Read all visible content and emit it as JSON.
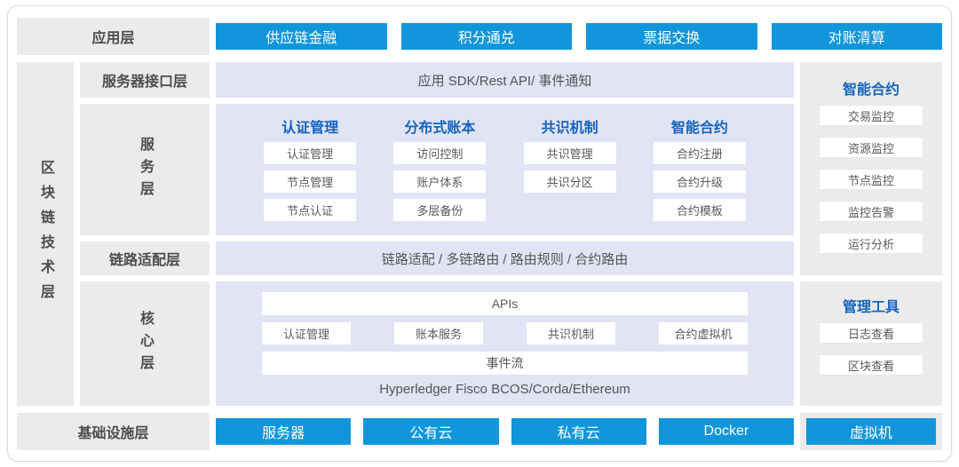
{
  "colors": {
    "accent_blue": "#1296db",
    "header_text_blue": "#1464c0",
    "panel_lavender": "#e1e4f4",
    "panel_gray": "#ebebeb"
  },
  "app_layer": {
    "label": "应用层",
    "buttons": [
      "供应链金融",
      "积分通兑",
      "票据交换",
      "对账清算"
    ]
  },
  "tech_layer": {
    "label": "区块链技术层",
    "interface": {
      "label": "服务器接口层",
      "content": "应用 SDK/Rest API/ 事件通知"
    },
    "service": {
      "label": "服务层",
      "columns": [
        {
          "header": "认证管理",
          "items": [
            "认证管理",
            "节点管理",
            "节点认证"
          ]
        },
        {
          "header": "分布式账本",
          "items": [
            "访问控制",
            "账户体系",
            "多层备份"
          ]
        },
        {
          "header": "共识机制",
          "items": [
            "共识管理",
            "共识分区"
          ]
        },
        {
          "header": "智能合约",
          "items": [
            "合约注册",
            "合约升级",
            "合约模板"
          ]
        }
      ]
    },
    "link": {
      "label": "链路适配层",
      "content": "链路适配 / 多链路由 / 路由规则 / 合约路由"
    },
    "core": {
      "label": "核心层",
      "api_bar": "APIs",
      "modules": [
        "认证管理",
        "账本服务",
        "共识机制",
        "合约虚拟机"
      ],
      "event_bar": "事件流",
      "platforms": "Hyperledger Fisco BCOS/Corda/Ethereum"
    }
  },
  "sidebar": {
    "monitor": {
      "title": "智能合约",
      "items": [
        "交易监控",
        "资源监控",
        "节点监控",
        "监控告警",
        "运行分析"
      ]
    },
    "tools": {
      "title": "管理工具",
      "items": [
        "日志查看",
        "区块查看"
      ]
    }
  },
  "infra_layer": {
    "label": "基础设施层",
    "buttons": [
      "服务器",
      "公有云",
      "私有云",
      "Docker"
    ],
    "vm_button": "虚拟机"
  }
}
